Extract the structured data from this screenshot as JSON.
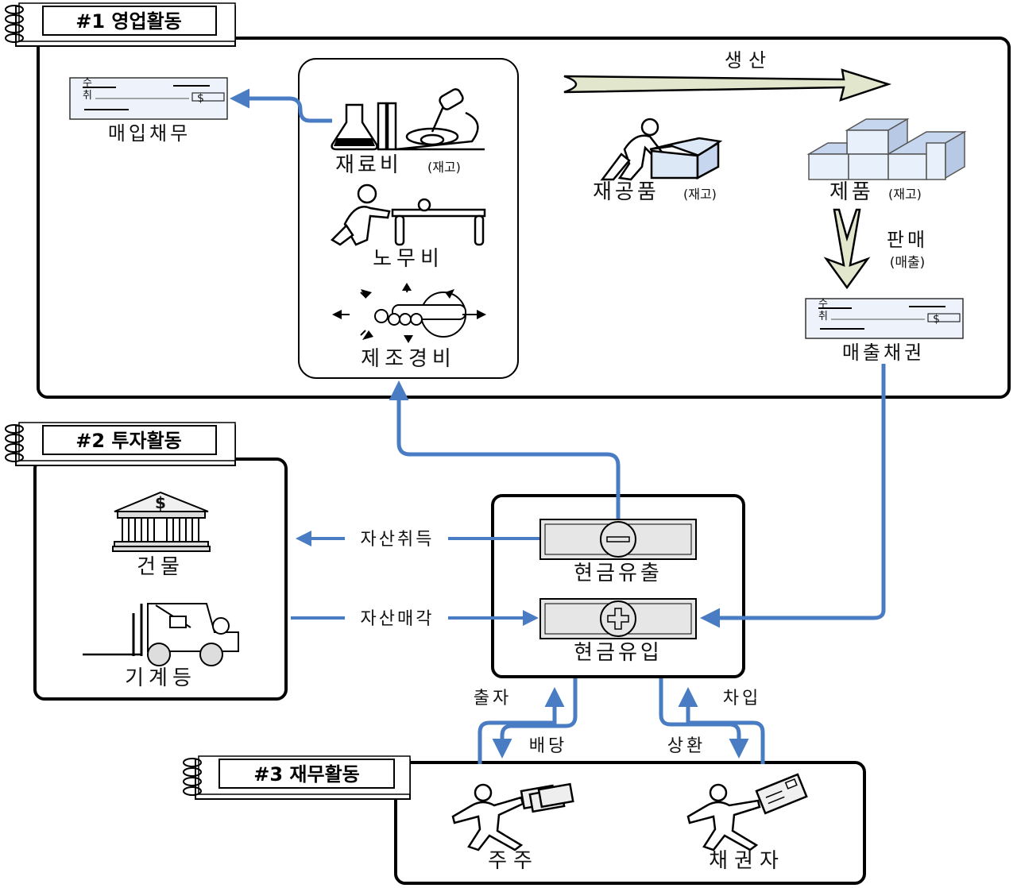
{
  "sections": {
    "operating": {
      "title": "#1 영업활동"
    },
    "investing": {
      "title": "#2 투자활동"
    },
    "financing": {
      "title": "#3 재무활동"
    }
  },
  "operating": {
    "accounts_payable": "매입채무",
    "materials": "재료비",
    "materials_sub": "(재고)",
    "labor": "노무비",
    "overhead": "제조경비",
    "production": "생산",
    "wip": "재공품",
    "wip_sub": "(재고)",
    "product": "제품",
    "product_sub": "(재고)",
    "sales": "판매",
    "sales_sub": "(매출)",
    "receivables": "매출채권"
  },
  "cheque": {
    "top": "수",
    "mid": "취",
    "symbol": "$"
  },
  "investing": {
    "building": "건물",
    "building_symbol": "$",
    "machinery": "기계등",
    "acquire": "자산취득",
    "dispose": "자산매각"
  },
  "cash": {
    "outflow": "현금유출",
    "inflow": "현금유입"
  },
  "financing": {
    "invest": "출자",
    "dividend": "배당",
    "repay": "상환",
    "borrow": "차입",
    "shareholders": "주주",
    "creditors": "채권자"
  },
  "colors": {
    "flow": "#4a7cc4",
    "box_border": "#000000",
    "production_arrow": "#e2e6cc",
    "cash_box": "#e6e6e6"
  }
}
